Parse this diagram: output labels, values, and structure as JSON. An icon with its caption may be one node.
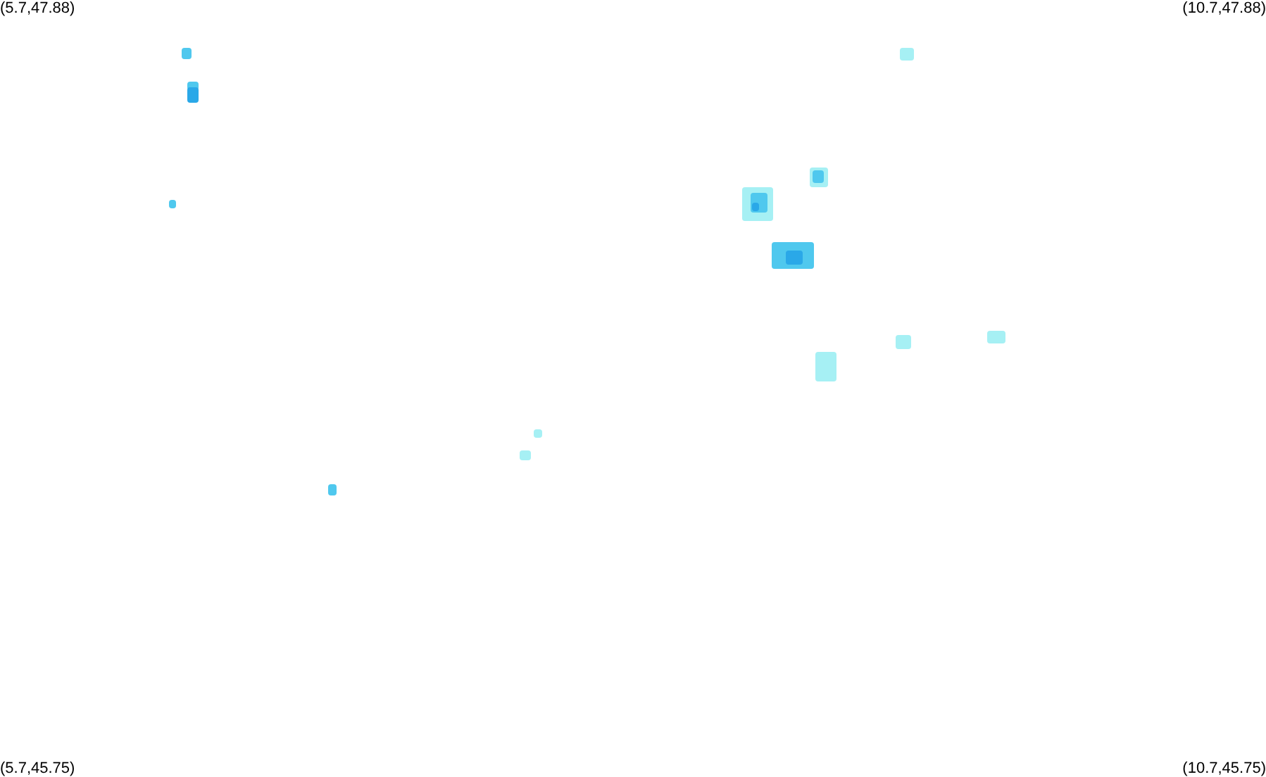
{
  "diagram": {
    "labels": [
      "(5.7,47.88)",
      "(10.7,47.88)",
      "(5.7,45.75)",
      "(10.7,45.75)"
    ]
  }
}
